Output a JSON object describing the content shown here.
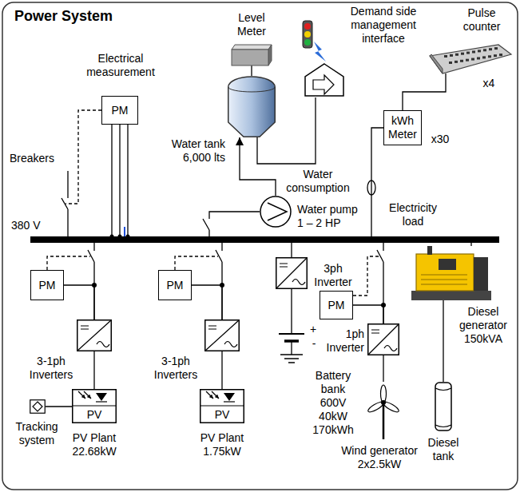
{
  "diagram": {
    "title": "Power System",
    "nodes": [
      {
        "text": [
          "Electrical measurement",
          "PM"
        ]
      },
      {
        "text": [
          "Level Meter"
        ]
      },
      {
        "text": [
          "Demand side management interface"
        ]
      },
      {
        "text": [
          "Pulse counter"
        ]
      },
      {
        "text": [
          "kWh Meter"
        ]
      },
      {
        "text": [
          "Water tank 6,000 lts"
        ]
      },
      {
        "text": [
          "Water pump 1 – 2 HP"
        ]
      },
      {
        "text": [
          "PM"
        ]
      },
      {
        "text": [
          "3-1ph Inverters"
        ]
      },
      {
        "text": [
          "PV",
          "PV Plant 22.68kW"
        ]
      },
      {
        "text": [
          "Tracking system"
        ]
      },
      {
        "text": [
          "PM"
        ]
      },
      {
        "text": [
          "3-1ph Inverters"
        ]
      },
      {
        "text": [
          "PV",
          "PV Plant 1.75kW"
        ]
      },
      {
        "text": [
          "3ph Inverter"
        ]
      },
      {
        "text": [
          "Battery bank 600V 40kW 170kWh"
        ]
      },
      {
        "text": [
          "PM"
        ]
      },
      {
        "text": [
          "1ph Inverter"
        ]
      },
      {
        "text": [
          "Wind generator 2x2.5kW"
        ]
      },
      {
        "text": [
          "Diesel generator 150kVA"
        ]
      },
      {
        "text": [
          "Diesel tank"
        ]
      }
    ],
    "edges": [
      {
        "from": 6,
        "to": 5,
        "arrow": "to"
      },
      {
        "from": 5,
        "to": 2,
        "arrow": "none"
      },
      {
        "from": 1,
        "to": 5,
        "arrow": "none"
      },
      {
        "from": 3,
        "to": 4,
        "arrow": "none"
      },
      {
        "from": 7,
        "to": 8,
        "arrow": "none"
      },
      {
        "from": 8,
        "to": 9,
        "arrow": "none"
      },
      {
        "from": 10,
        "to": 9,
        "arrow": "none"
      },
      {
        "from": 11,
        "to": 12,
        "arrow": "none"
      },
      {
        "from": 12,
        "to": 13,
        "arrow": "none"
      },
      {
        "from": 14,
        "to": 15,
        "arrow": "none"
      },
      {
        "from": 16,
        "to": 17,
        "arrow": "none"
      },
      {
        "from": 17,
        "to": 18,
        "arrow": "none"
      },
      {
        "from": 19,
        "to": 20,
        "arrow": "none"
      }
    ],
    "labels": [
      "Breakers",
      "380 V",
      "Water consumption",
      "Electricity load",
      "x4",
      "x30",
      "+",
      "-"
    ]
  }
}
